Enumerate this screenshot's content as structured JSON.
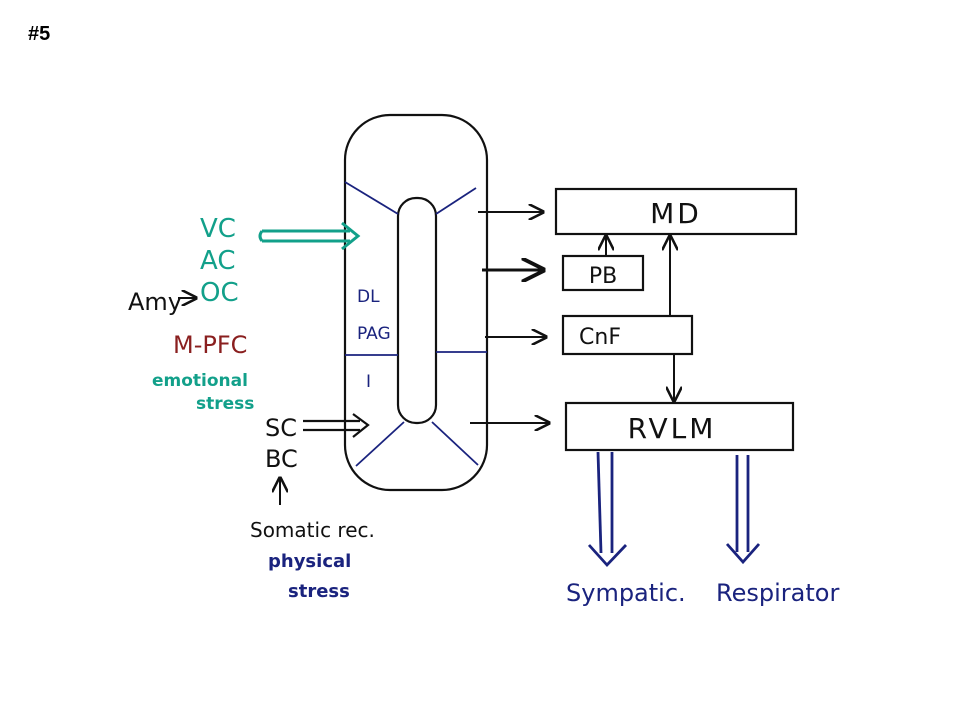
{
  "slide": {
    "number": "#5"
  },
  "colors": {
    "green": "#12a08a",
    "maroon": "#8a1f1f",
    "navy": "#1a237e",
    "ink": "#111111"
  },
  "inputs": {
    "cortex": [
      "VC",
      "AC",
      "OC"
    ],
    "amygdala": "Amy",
    "prefrontal": "M-PFC",
    "emotional_note": [
      "emotional",
      "stress"
    ],
    "somatic": [
      "SC",
      "BC"
    ],
    "somatic_receptor": "Somatic rec.",
    "physical_note": [
      "physical",
      "stress"
    ]
  },
  "pag": {
    "label_top": "DL",
    "label_mid": "PAG",
    "label_low": "I"
  },
  "boxes": {
    "md": "MD",
    "pb": "PB",
    "cnf": "CnF",
    "rvlm": "RVLM"
  },
  "outputs": {
    "sympathetic": "Sympatic.",
    "respiratory": "Respirator"
  }
}
